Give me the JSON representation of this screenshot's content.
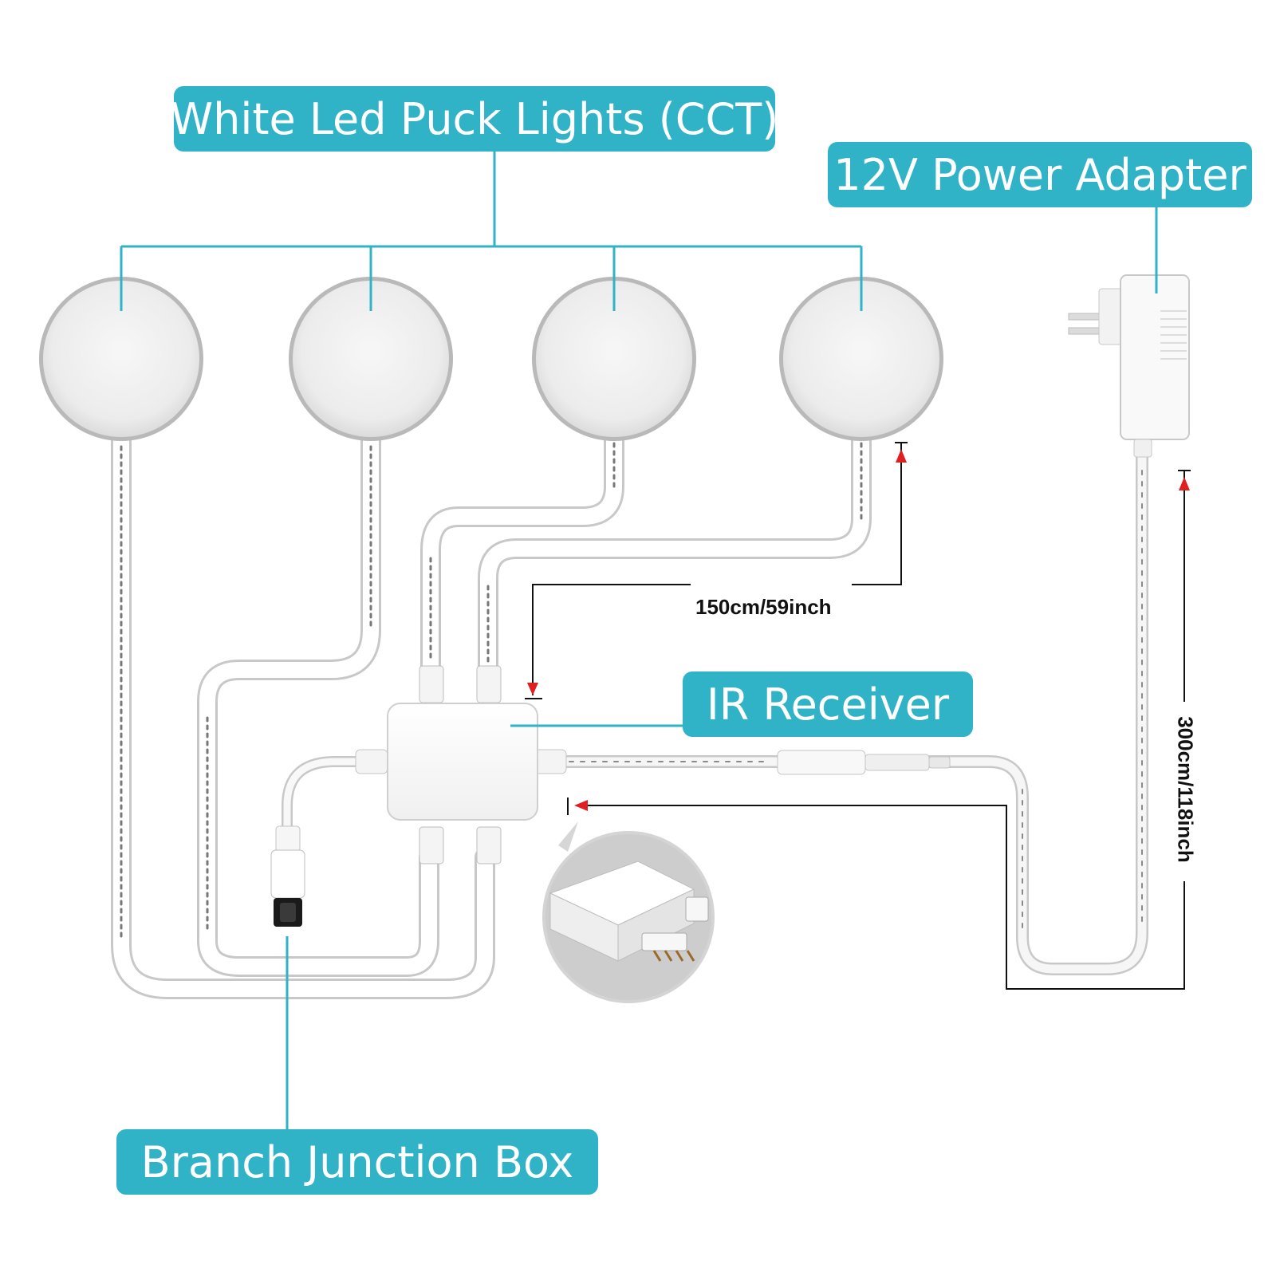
{
  "labels": {
    "puck_lights": "White Led Puck Lights (CCT)",
    "power_adapter": "12V Power Adapter",
    "ir_receiver": "IR Receiver",
    "junction_box": "Branch Junction Box"
  },
  "dimensions": {
    "puck_cable": "150cm/59inch",
    "adapter_cable": "300cm/118inch"
  },
  "colors": {
    "label_bg": "#30b3c7",
    "label_text": "#ffffff",
    "leader_line": "#30b3c7",
    "arrow": "#e02020",
    "dimension_line": "#111111"
  }
}
